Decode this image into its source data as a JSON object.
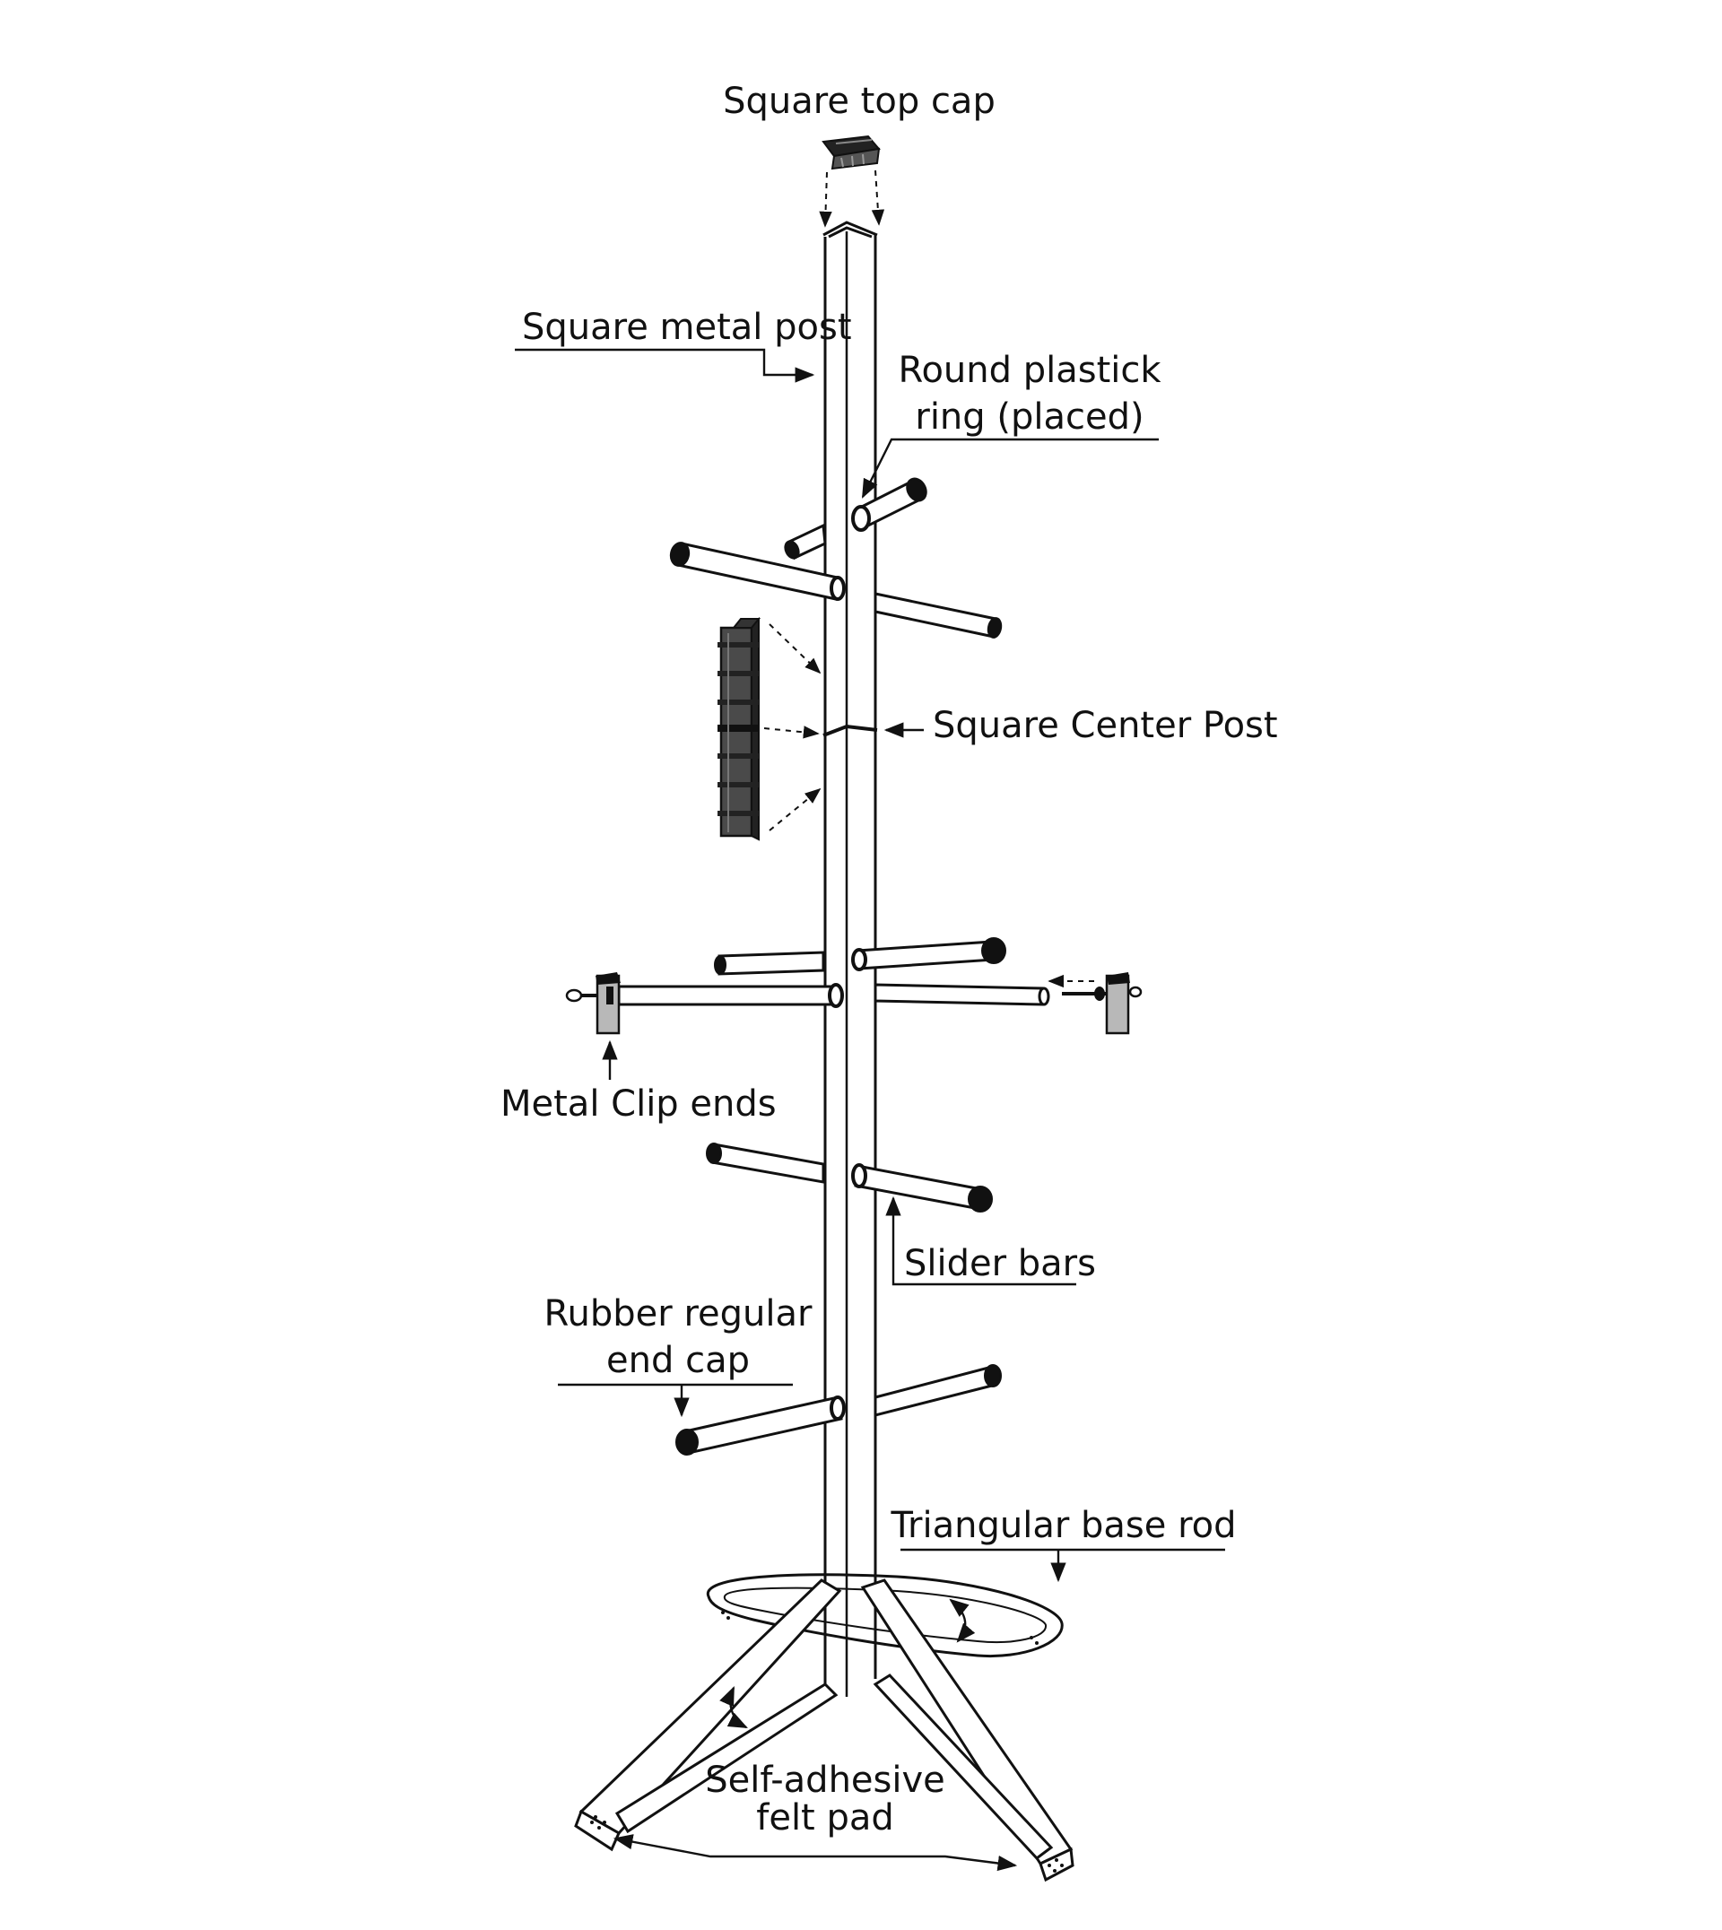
{
  "labels": {
    "top_cap": "Square top cap",
    "metal_post": "Square metal post",
    "ring_line1": "Round plastick",
    "ring_line2": "ring (placed)",
    "center_post": "Square Center Post",
    "clip_ends": "Metal Clip ends",
    "slider_bars": "Slider bars",
    "end_cap_line1": "Rubber  regular",
    "end_cap_line2": "end cap",
    "base_rod": "Triangular base rod",
    "felt_line1": "Self-adhesive",
    "felt_line2": "felt pad"
  },
  "colors": {
    "ink": "#111111",
    "paper": "#ffffff",
    "connector_dark": "#4a4a4a",
    "clip_gray": "#b8b8b8"
  }
}
